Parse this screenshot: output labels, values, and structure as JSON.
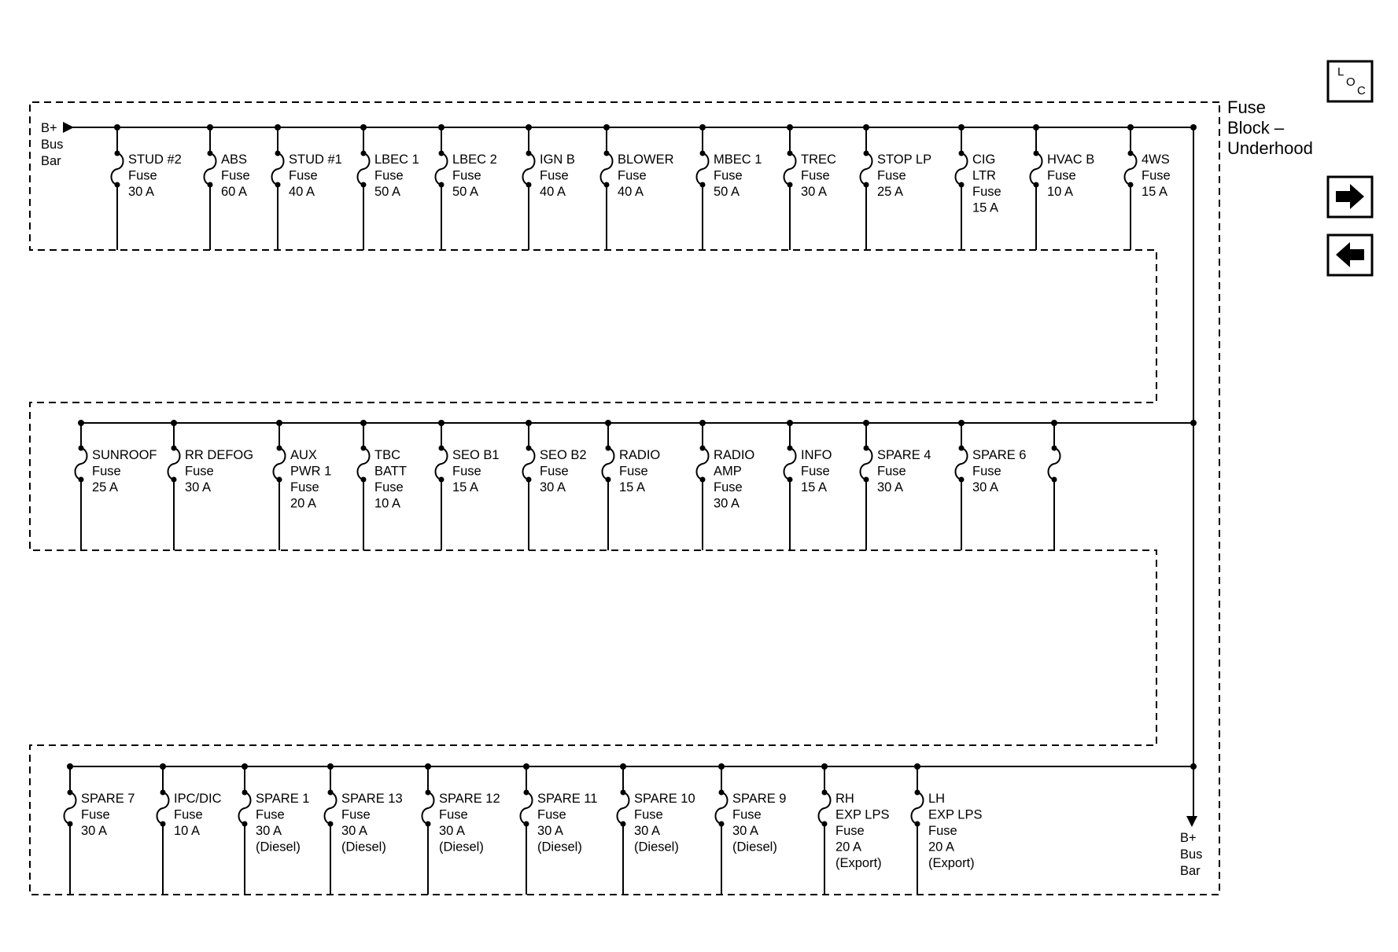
{
  "title": [
    "Fuse",
    "Block –",
    "Underhood"
  ],
  "bus_top_label": [
    "B+",
    "Bus",
    "Bar"
  ],
  "bus_bottom_label": [
    "B+",
    "Bus",
    "Bar"
  ],
  "nav": {
    "loc": {
      "top": "L",
      "mid": "O",
      "sub": "C"
    },
    "forward_icon": "arrow-right-icon",
    "back_icon": "arrow-left-icon"
  },
  "rows": [
    [
      {
        "id": "stud2",
        "lines": [
          "STUD #2",
          "Fuse",
          "30 A"
        ]
      },
      {
        "id": "abs",
        "lines": [
          "ABS",
          "Fuse",
          "60 A"
        ]
      },
      {
        "id": "stud1",
        "lines": [
          "STUD #1",
          "Fuse",
          "40 A"
        ]
      },
      {
        "id": "lbec1",
        "lines": [
          "LBEC 1",
          "Fuse",
          "50 A"
        ]
      },
      {
        "id": "lbec2",
        "lines": [
          "LBEC 2",
          "Fuse",
          "50 A"
        ]
      },
      {
        "id": "ignb",
        "lines": [
          "IGN B",
          "Fuse",
          "40 A"
        ]
      },
      {
        "id": "blower",
        "lines": [
          "BLOWER",
          "Fuse",
          "40 A"
        ]
      },
      {
        "id": "mbec1",
        "lines": [
          "MBEC 1",
          "Fuse",
          "50 A"
        ]
      },
      {
        "id": "trec",
        "lines": [
          "TREC",
          "Fuse",
          "30 A"
        ]
      },
      {
        "id": "stoplp",
        "lines": [
          "STOP LP",
          "Fuse",
          "25 A"
        ]
      },
      {
        "id": "cigltr",
        "lines": [
          "CIG",
          "LTR",
          "Fuse",
          "15 A"
        ]
      },
      {
        "id": "hvacb",
        "lines": [
          "HVAC B",
          "Fuse",
          "10 A"
        ]
      },
      {
        "id": "4ws",
        "lines": [
          "4WS",
          "Fuse",
          "15 A"
        ]
      }
    ],
    [
      {
        "id": "sunroof",
        "lines": [
          "SUNROOF",
          "Fuse",
          "25 A"
        ]
      },
      {
        "id": "rrdefog",
        "lines": [
          "RR DEFOG",
          "Fuse",
          "30 A"
        ]
      },
      {
        "id": "auxpwr1",
        "lines": [
          "AUX",
          "PWR 1",
          "Fuse",
          "20 A"
        ]
      },
      {
        "id": "tbcbatt",
        "lines": [
          "TBC",
          "BATT",
          "Fuse",
          "10 A"
        ]
      },
      {
        "id": "seob1",
        "lines": [
          "SEO B1",
          "Fuse",
          "15 A"
        ]
      },
      {
        "id": "seob2",
        "lines": [
          "SEO B2",
          "Fuse",
          "30 A"
        ]
      },
      {
        "id": "radio",
        "lines": [
          "RADIO",
          "Fuse",
          "15 A"
        ]
      },
      {
        "id": "radioamp",
        "lines": [
          "RADIO",
          "AMP",
          "Fuse",
          "30 A"
        ]
      },
      {
        "id": "info",
        "lines": [
          "INFO",
          "Fuse",
          "15 A"
        ]
      },
      {
        "id": "spare4",
        "lines": [
          "SPARE 4",
          "Fuse",
          "30 A"
        ]
      },
      {
        "id": "spare6",
        "lines": [
          "SPARE 6",
          "Fuse",
          "30 A"
        ]
      },
      {
        "id": "unlabeled",
        "lines": []
      }
    ],
    [
      {
        "id": "spare7",
        "lines": [
          "SPARE 7",
          "Fuse",
          "30 A"
        ]
      },
      {
        "id": "ipcdic",
        "lines": [
          "IPC/DIC",
          "Fuse",
          "10 A"
        ]
      },
      {
        "id": "spare1",
        "lines": [
          "SPARE 1",
          "Fuse",
          "30 A",
          "(Diesel)"
        ]
      },
      {
        "id": "spare13",
        "lines": [
          "SPARE 13",
          "Fuse",
          "30 A",
          "(Diesel)"
        ]
      },
      {
        "id": "spare12",
        "lines": [
          "SPARE 12",
          "Fuse",
          "30 A",
          "(Diesel)"
        ]
      },
      {
        "id": "spare11",
        "lines": [
          "SPARE 11",
          "Fuse",
          "30 A",
          "(Diesel)"
        ]
      },
      {
        "id": "spare10",
        "lines": [
          "SPARE 10",
          "Fuse",
          "30 A",
          "(Diesel)"
        ]
      },
      {
        "id": "spare9",
        "lines": [
          "SPARE 9",
          "Fuse",
          "30 A",
          "(Diesel)"
        ]
      },
      {
        "id": "rhexplps",
        "lines": [
          "RH",
          "EXP LPS",
          "Fuse",
          "20 A",
          "(Export)"
        ]
      },
      {
        "id": "lhexplps",
        "lines": [
          "LH",
          "EXP LPS",
          "Fuse",
          "20 A",
          "(Export)"
        ]
      }
    ]
  ]
}
